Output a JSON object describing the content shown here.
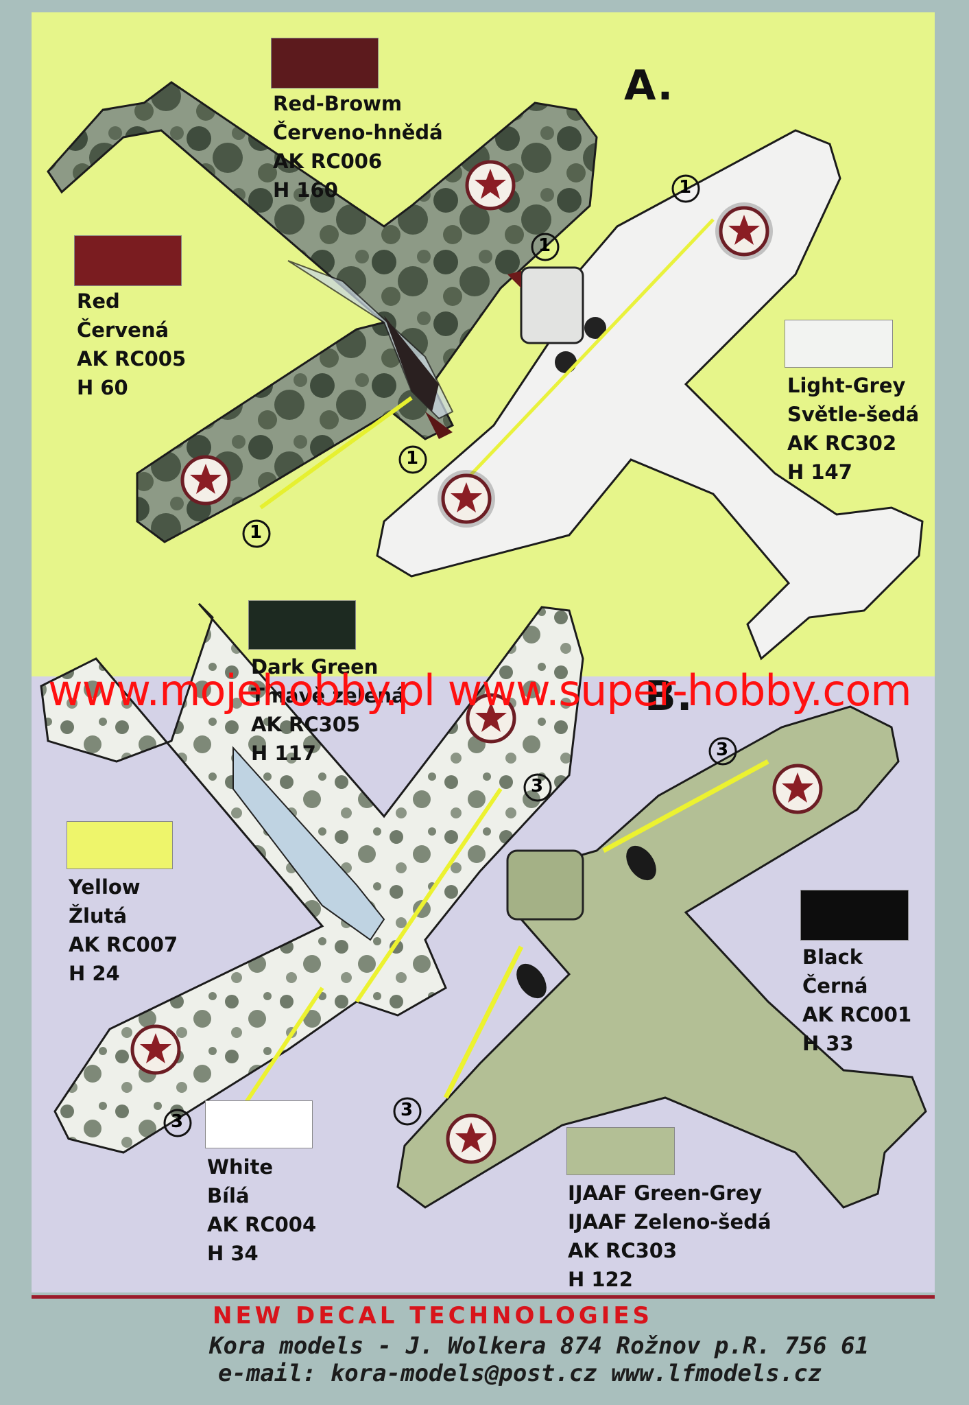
{
  "sections": {
    "a": "A.",
    "b": "B."
  },
  "marker_number_a": "1",
  "marker_number_b": "3",
  "colors": [
    {
      "id": "red-brown",
      "hex": "#5c1a1d",
      "lines": [
        "Red-Browm",
        "Červeno-hnědá",
        "AK RC006",
        "H 160"
      ]
    },
    {
      "id": "red",
      "hex": "#7a1c20",
      "lines": [
        "Red",
        "Červená",
        "AK RC005",
        "H 60"
      ]
    },
    {
      "id": "light-grey",
      "hex": "#f2f3f1",
      "lines": [
        "Light-Grey",
        "Světle-šedá",
        "AK RC302",
        "H 147"
      ]
    },
    {
      "id": "dark-green",
      "hex": "#1d2a21",
      "lines": [
        "Dark Green",
        "Tmavě zelená",
        "AK RC305",
        "H 117"
      ]
    },
    {
      "id": "yellow",
      "hex": "#eef56b",
      "lines": [
        "Yellow",
        "Žlutá",
        "AK RC007",
        "H 24"
      ]
    },
    {
      "id": "black",
      "hex": "#0d0d0d",
      "lines": [
        "Black",
        "Černá",
        "AK RC001",
        "H 33"
      ]
    },
    {
      "id": "white",
      "hex": "#ffffff",
      "lines": [
        "White",
        "Bílá",
        "AK RC004",
        "H 34"
      ]
    },
    {
      "id": "green-grey",
      "hex": "#b3bf95",
      "lines": [
        "IJAAF Green-Grey",
        "IJAAF Zeleno-šedá",
        "AK RC303",
        "H 122"
      ]
    }
  ],
  "watermark": "www.mojehobby.pl  www.super-hobby.com",
  "footer": {
    "title": "NEW DECAL TECHNOLOGIES",
    "address": "Kora models -  J. Wolkera 874 Rožnov p.R. 756 61",
    "contact": "e-mail: kora-models@post.cz   www.lfmodels.cz"
  }
}
